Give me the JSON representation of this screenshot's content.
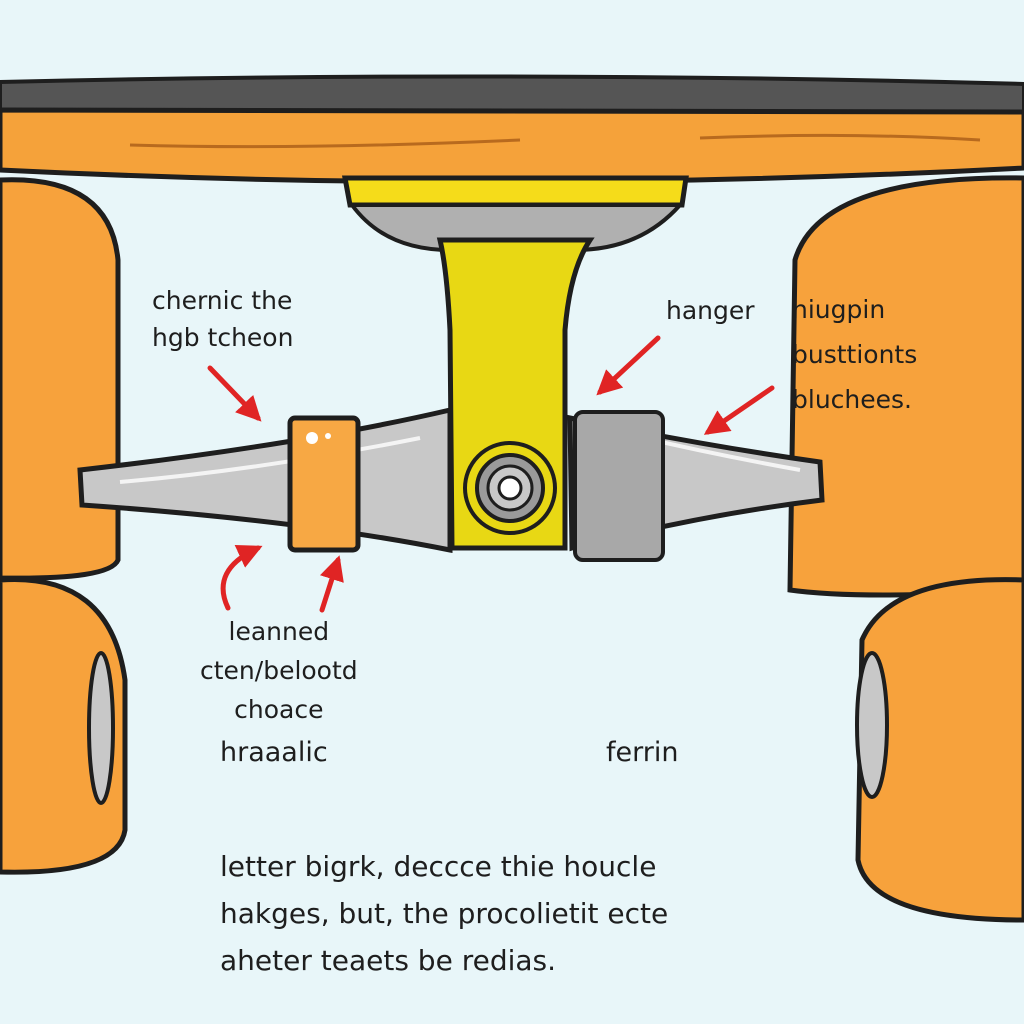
{
  "labels": {
    "chernic": [
      "chernic the",
      "hgb tcheon"
    ],
    "hanger": "hanger",
    "hiugpin": [
      "hiugpin",
      "busttionts",
      "bluchees."
    ],
    "leanned": [
      "leanned",
      "cten/belootd",
      "choace"
    ],
    "hraaalic": "hraaalic",
    "ferrin": "ferrin",
    "note": [
      "letter bigrk, deccce thie houcle",
      "hakges, but, the procolietit ecte",
      "aheter teaets be redias."
    ]
  },
  "colors": {
    "background": "#e8f6f9",
    "wheel": "#f7a23c",
    "deck": "#f5a23a",
    "grip": "#555555",
    "baseplate": "#f5dc1a",
    "kingpin": "#e8d814",
    "axle": "#c8c8c8",
    "bushing": "#f7a844",
    "arrow": "#e02424",
    "outline": "#1e1e1e"
  }
}
